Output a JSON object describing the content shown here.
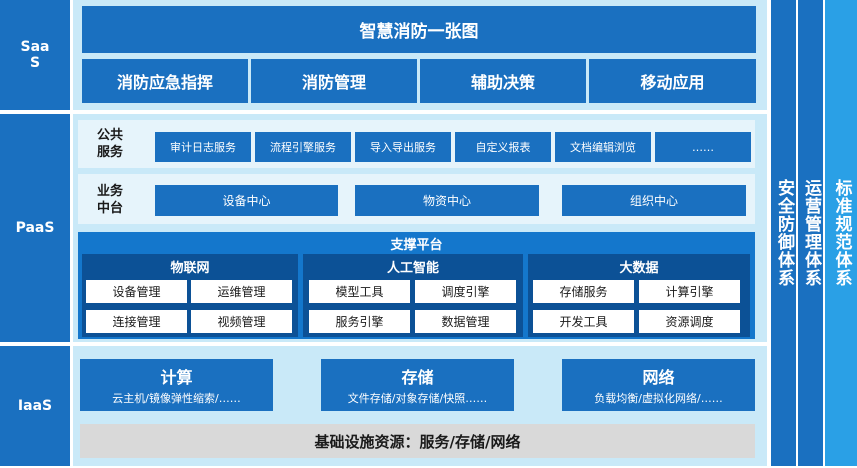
{
  "layers": {
    "saas": "SaaS",
    "paas": "PaaS",
    "iaas": "IaaS"
  },
  "saas": {
    "title": "智慧消防一张图",
    "apps": [
      "消防应急指挥",
      "消防管理",
      "辅助决策",
      "移动应用"
    ]
  },
  "paas": {
    "public": {
      "label": "公共服务",
      "items": [
        "审计日志服务",
        "流程引擎服务",
        "导入导出服务",
        "自定义报表",
        "文档编辑浏览",
        "……"
      ]
    },
    "business": {
      "label": "业务中台",
      "items": [
        "设备中心",
        "物资中心",
        "组织中心"
      ]
    },
    "support": {
      "title": "支撑平台",
      "groups": [
        {
          "title": "物联网",
          "items": [
            "设备管理",
            "运维管理",
            "连接管理",
            "视频管理"
          ]
        },
        {
          "title": "人工智能",
          "items": [
            "模型工具",
            "调度引擎",
            "服务引擎",
            "数据管理"
          ]
        },
        {
          "title": "大数据",
          "items": [
            "存储服务",
            "计算引擎",
            "开发工具",
            "资源调度"
          ]
        }
      ]
    }
  },
  "iaas": {
    "items": [
      {
        "title": "计算",
        "sub": "云主机/镜像弹性缩索/……"
      },
      {
        "title": "存储",
        "sub": "文件存储/对象存储/快照……"
      },
      {
        "title": "网络",
        "sub": "负载均衡/虚拟化网络/……"
      }
    ],
    "base": "基础设施资源：服务/存储/网络"
  },
  "side": [
    "安全防御体系",
    "运营管理体系",
    "标准规范体系"
  ],
  "colors": {
    "primary": "#1a70c0",
    "dark": "#0c5196",
    "panel": "#c9e9f8",
    "side3": "#2aa0e6"
  }
}
